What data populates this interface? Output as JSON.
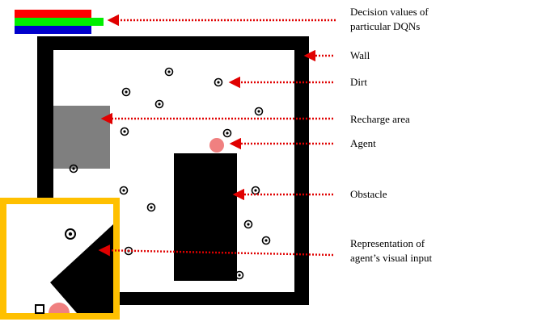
{
  "labels": {
    "decision_values": "Decision values of\nparticular DQNs",
    "wall": "Wall",
    "dirt": "Dirt",
    "recharge_area": "Recharge area",
    "agent": "Agent",
    "obstacle": "Obstacle",
    "visual_input": "Representation of\nagent’s visual input"
  },
  "colors": {
    "wall": "#000000",
    "floor": "#ffffff",
    "recharge_area": "#7f7f7f",
    "obstacle": "#000000",
    "agent": "#f08080",
    "arrow": "#e00000",
    "bar_red": "#ff0000",
    "bar_green": "#00ee00",
    "bar_blue": "#0000cc",
    "inset_border": "#ffc000"
  },
  "decision_values": {
    "series": [
      {
        "color": "red",
        "value": 0.78
      },
      {
        "color": "green",
        "value": 0.92
      },
      {
        "color": "blue",
        "value": 0.78
      }
    ]
  }
}
